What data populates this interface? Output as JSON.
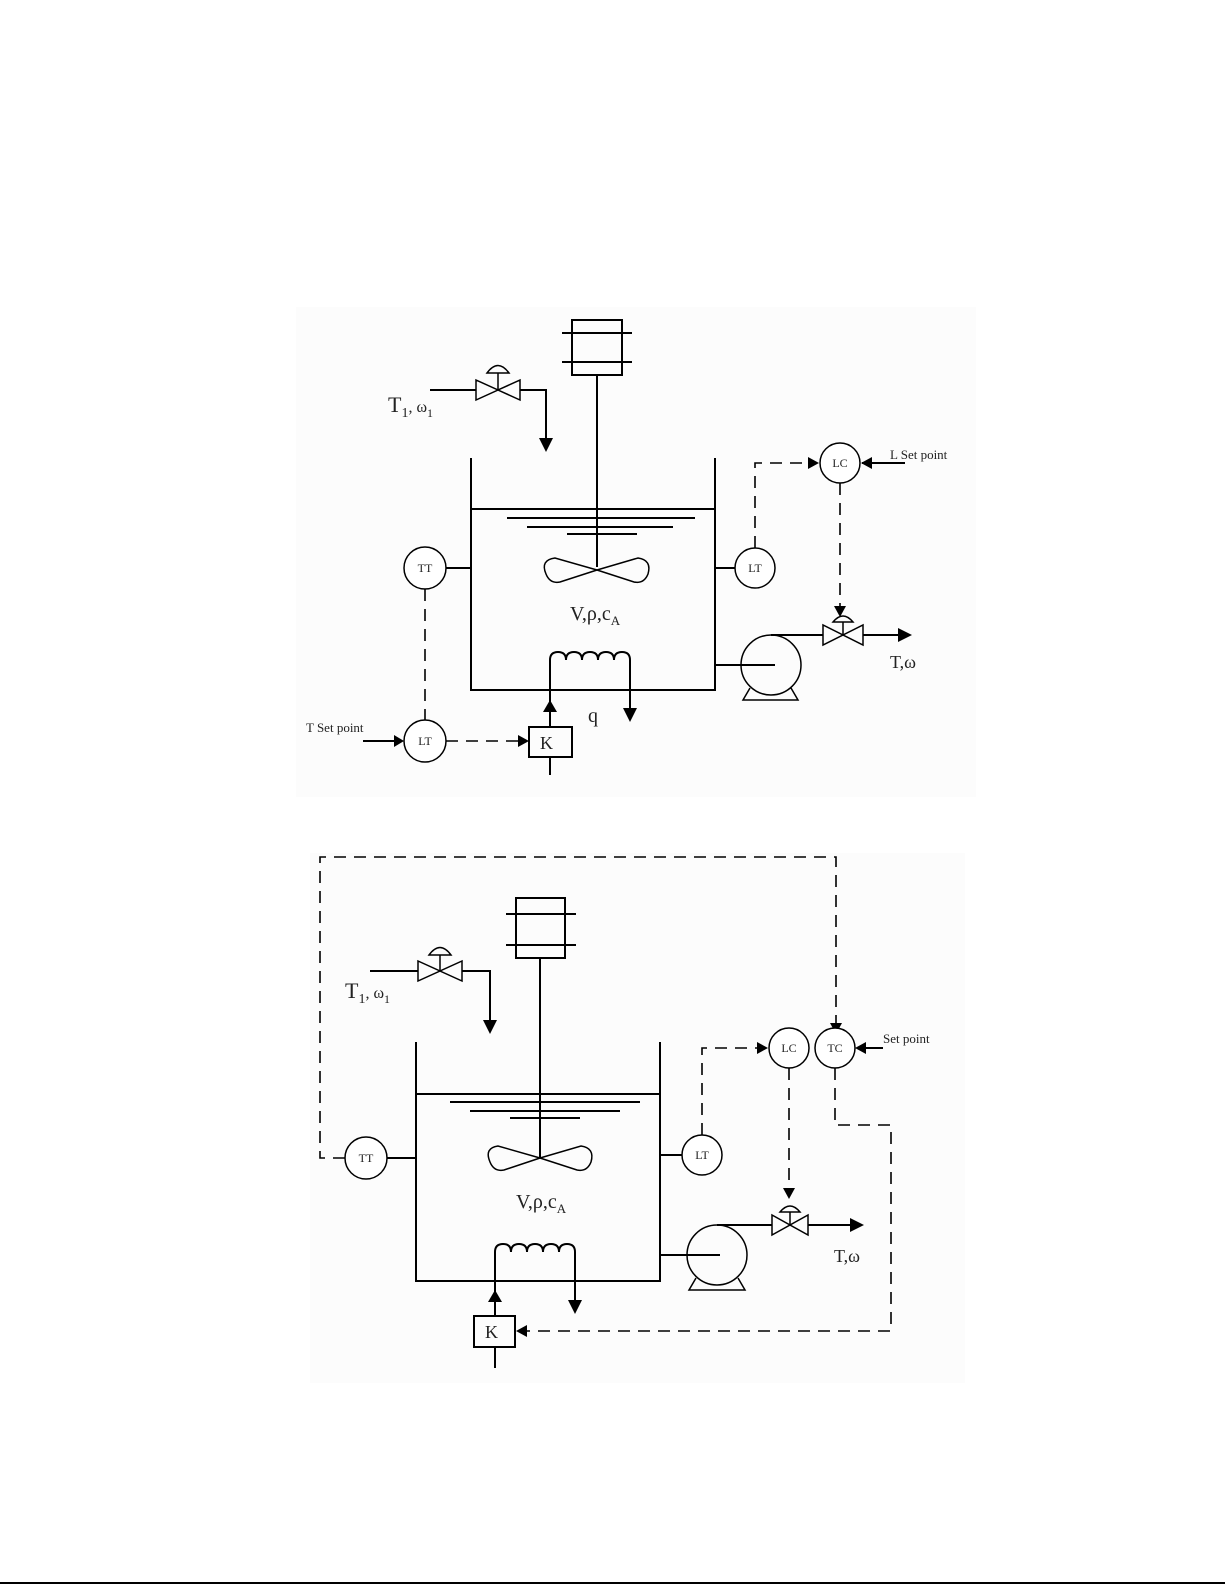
{
  "figures": [
    {
      "id": "fig-1",
      "description": "Stirred tank reactor with separate level and temperature control loops",
      "labels": {
        "feed": "T",
        "feed_sub": "1",
        "feed_omega": ", ω",
        "feed_omega_sub": "1",
        "tank_contents_main": "V,ρ,c",
        "tank_contents_sub": "A",
        "heat": "q",
        "outlet": "T,ω",
        "level_setpoint": "L Set point",
        "temp_setpoint": "T Set point",
        "actuator": "K"
      },
      "instruments": {
        "temp_transmitter": "TT",
        "level_transmitter": "LT",
        "level_controller": "LC",
        "temp_controller": "LT"
      }
    },
    {
      "id": "fig-2",
      "description": "Stirred tank reactor with combined level/temperature controller",
      "labels": {
        "feed": "T",
        "feed_sub": "1",
        "feed_omega": ", ω",
        "feed_omega_sub": "1",
        "tank_contents_main": "V,ρ,c",
        "tank_contents_sub": "A",
        "outlet": "T,ω",
        "setpoint": "Set point",
        "actuator": "K"
      },
      "instruments": {
        "temp_transmitter": "TT",
        "level_transmitter": "LT",
        "level_controller": "LC",
        "temp_controller": "TC"
      }
    }
  ]
}
